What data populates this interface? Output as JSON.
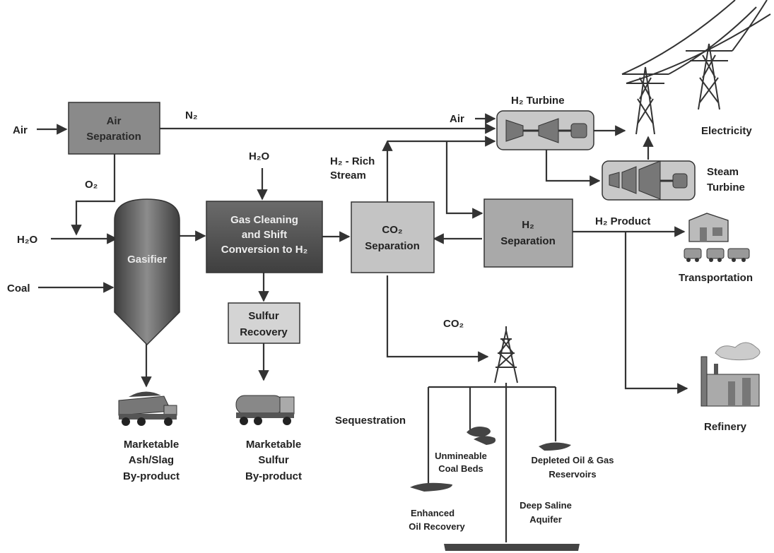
{
  "inputs": {
    "air": "Air",
    "h2o": "H₂O",
    "coal": "Coal",
    "air_turbine": "Air",
    "h2o_top": "H₂O"
  },
  "streams": {
    "n2": "N₂",
    "o2": "O₂",
    "h2_rich_line1": "H₂ - Rich",
    "h2_rich_line2": "Stream",
    "co2": "CO₂",
    "h2_product": "H₂ Product"
  },
  "boxes": {
    "air_separation": [
      "Air",
      "Separation"
    ],
    "gasifier": "Gasifier",
    "gas_cleaning": [
      "Gas Cleaning",
      "and Shift",
      "Conversion to H₂"
    ],
    "sulfur_recovery": [
      "Sulfur",
      "Recovery"
    ],
    "co2_separation": [
      "CO₂",
      "Separation"
    ],
    "h2_separation": [
      "H₂",
      "Separation"
    ]
  },
  "equipment": {
    "h2_turbine": "H₂ Turbine",
    "steam_turbine": [
      "Steam",
      "Turbine"
    ]
  },
  "outputs": {
    "electricity": "Electricity",
    "transportation": "Transportation",
    "refinery": "Refinery",
    "ash_slag": [
      "Marketable",
      "Ash/Slag",
      "By-product"
    ],
    "sulfur": [
      "Marketable",
      "Sulfur",
      "By-product"
    ]
  },
  "sequestration": {
    "title": "Sequestration",
    "unmineable": [
      "Unmineable",
      "Coal Beds"
    ],
    "depleted": [
      "Depleted Oil & Gas",
      "Reservoirs"
    ],
    "enhanced": [
      "Enhanced",
      "Oil Recovery"
    ],
    "saline": [
      "Deep Saline",
      "Aquifer"
    ]
  },
  "colors": {
    "air_separation": "#8a8a8a",
    "gasifier": "#6c6c6c",
    "gas_cleaning": "#5e5e5e",
    "sulfur_recovery": "#d4d4d4",
    "co2_separation": "#c4c4c4",
    "h2_separation": "#a9a9a9"
  }
}
